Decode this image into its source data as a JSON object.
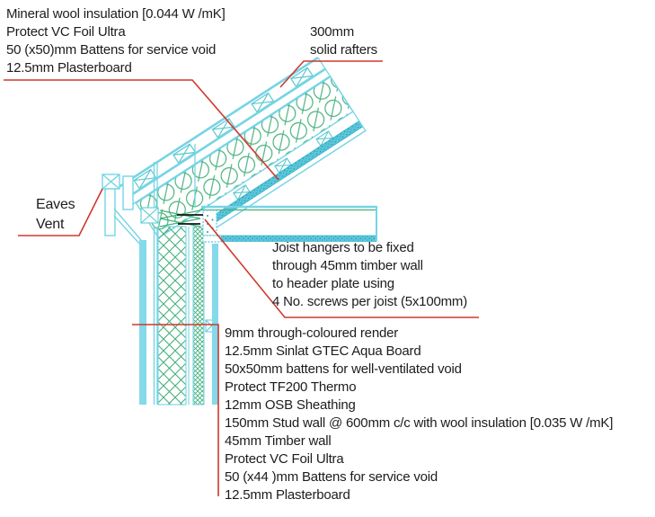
{
  "drawing": {
    "type": "construction-section-detail",
    "annotations": {
      "roof_layers": {
        "lines": [
          "Mineral wool insulation [0.044 W /mK]",
          "Protect VC Foil Ultra",
          "50 (x50)mm Battens for service void",
          "12.5mm Plasterboard"
        ]
      },
      "rafters": {
        "lines": [
          "300mm",
          "solid rafters"
        ]
      },
      "eaves": {
        "lines": [
          "Eaves",
          "Vent"
        ]
      },
      "joist_hangers": {
        "lines": [
          "Joist hangers to be fixed",
          "through 45mm timber wall",
          "to header plate using",
          "4 No. screws per joist (5x100mm)"
        ]
      },
      "wall_layers": {
        "lines": [
          "9mm through-coloured render",
          "12.5mm Sinlat GTEC Aqua Board",
          "50x50mm battens for well-ventilated void",
          "Protect TF200 Thermo",
          "12mm OSB Sheathing",
          "150mm Stud wall @ 600mm c/c with wool insulation [0.035 W /mK]",
          "45mm Timber wall",
          "Protect VC Foil Ultra",
          "50 (x44 )mm Battens for service void",
          "12.5mm Plasterboard"
        ]
      }
    },
    "colors": {
      "line_cyan": "#76d4e5",
      "band_fill": "#84d9ea",
      "band_teal": "#5cc8da",
      "teal_dot": "#2a9cb7",
      "hatch_green": "#44b07b",
      "leader_red": "#ce392d",
      "screw_black": "#141414",
      "text": "#1c1c1c"
    }
  }
}
